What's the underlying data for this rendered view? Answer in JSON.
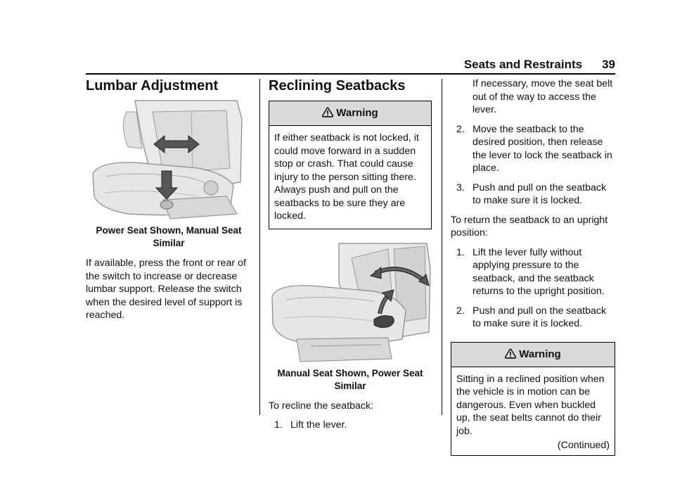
{
  "header": {
    "section": "Seats and Restraints",
    "page": "39"
  },
  "col1": {
    "heading": "Lumbar Adjustment",
    "caption": "Power Seat Shown, Manual Seat Similar",
    "body": "If available, press the front or rear of the switch to increase or decrease lumbar support. Release the switch when the desired level of support is reached."
  },
  "col2": {
    "heading": "Reclining Seatbacks",
    "warning": {
      "title": "Warning",
      "icon": "warning-icon",
      "text": "If either seatback is not locked, it could move forward in a sudden stop or crash. That could cause injury to the person sitting there. Always push and pull on the seatbacks to be sure they are locked."
    },
    "caption": "Manual Seat Shown, Power Seat Similar",
    "intro": "To recline the seatback:",
    "step1_num": "1.",
    "step1_text": "Lift the lever."
  },
  "col3": {
    "step1_cont": "If necessary, move the seat belt out of the way to access the lever.",
    "steps_a": [
      {
        "num": "2.",
        "text": "Move the seatback to the desired position, then release the lever to lock the seatback in place."
      },
      {
        "num": "3.",
        "text": "Push and pull on the seatback to make sure it is locked."
      }
    ],
    "upright_intro": "To return the seatback to an upright position:",
    "steps_b": [
      {
        "num": "1.",
        "text": "Lift the lever fully without applying pressure to the seatback, and the seatback returns to the upright position."
      },
      {
        "num": "2.",
        "text": "Push and pull on the seatback to make sure it is locked."
      }
    ],
    "warning": {
      "title": "Warning",
      "icon": "warning-icon",
      "text": "Sitting in a reclined position when the vehicle is in motion can be dangerous. Even when buckled up, the seat belts cannot do their job.",
      "continued": "(Continued)"
    }
  }
}
